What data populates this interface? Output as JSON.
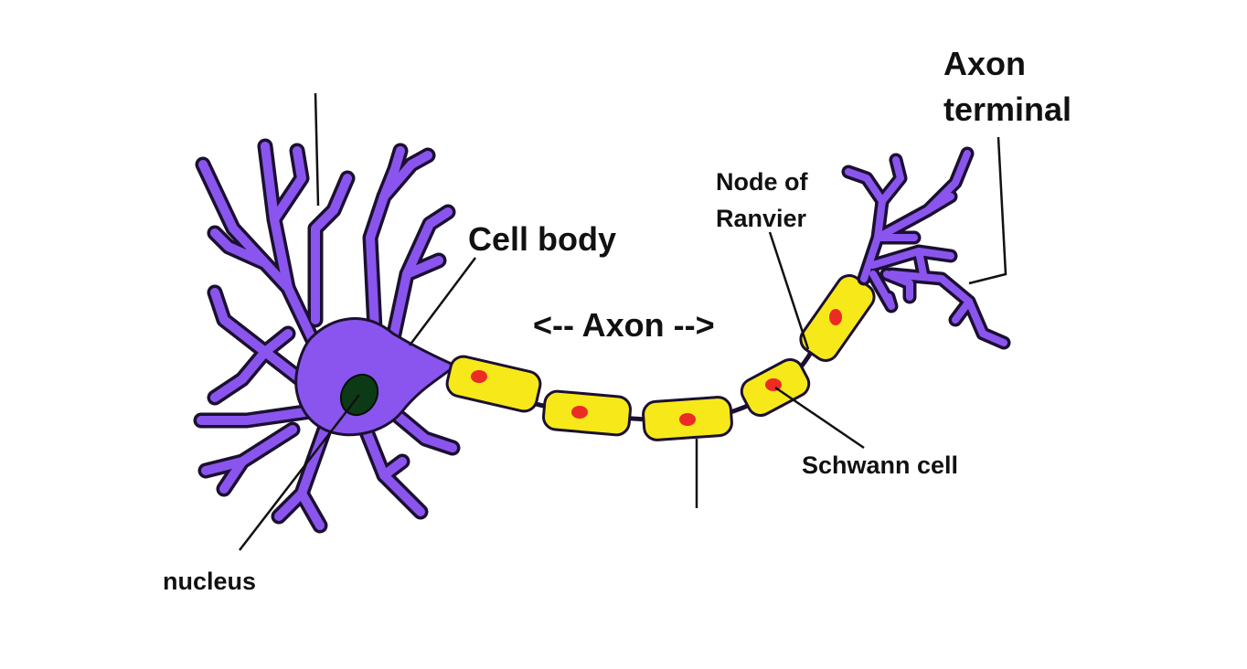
{
  "labels": {
    "axon_terminal_line1": "Axon",
    "axon_terminal_line2": "terminal",
    "node_of_ranvier_line1": "Node of",
    "node_of_ranvier_line2": "Ranvier",
    "cell_body": "Cell body",
    "axon": "<-- Axon -->",
    "schwann_cell": "Schwann cell",
    "nucleus": "nucleus"
  },
  "colors": {
    "neuron_body": "#8a55ee",
    "outline": "#1b1030",
    "myelin": "#f7e81a",
    "schwann_nucleus": "#ec2b24",
    "cell_nucleus": "#0d3a16",
    "text": "#111111"
  }
}
